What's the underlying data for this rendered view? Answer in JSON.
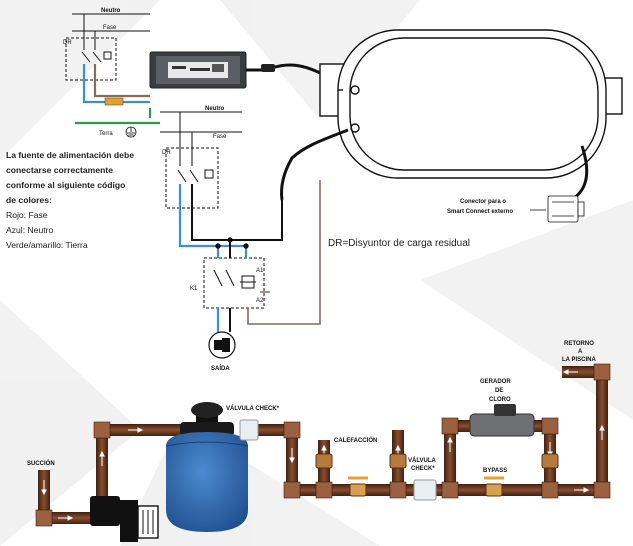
{
  "wiring": {
    "neutro_top": "Neutro",
    "fase_top": "Fase",
    "dr_top": "DR",
    "tierra": "Terra",
    "neutro_mid": "Neutro",
    "fase_mid": "Fase",
    "dr_mid": "DR",
    "k1": "K1",
    "a1": "A1",
    "a2": "A2",
    "salida": "SAÍDA",
    "connector_line1": "Conector para o",
    "connector_line2": "Smart Connect externo",
    "dr_note": "DR=Disyuntor de carga residual"
  },
  "power_note": {
    "line1": "La fuente de alimentación debe",
    "line2": "conectarse correctamente",
    "line3": "conforme al siguiente código",
    "line4": "de colores:",
    "rojo": "Rojo: Fase",
    "azul": "Azul: Neutro",
    "verde": "Verde/amarillo: Tierra"
  },
  "plumbing": {
    "valvula_check_top": "VÁLVULA CHECK*",
    "calefaccion": "CALEFACCIÓN",
    "valvula_line1": "VÁLVULA",
    "valvula_line2": "CHECK*",
    "bypass": "BYPASS",
    "generador_line1": "GERADOR",
    "generador_line2": "DE",
    "generador_line3": "CLORO",
    "retorno_line1": "RETORNO",
    "retorno_line2": "A",
    "retorno_line3": "LA PISCINA",
    "succion": "SUCCIÓN"
  },
  "colors": {
    "pipe": "#6b3a22",
    "wire_blue": "#3a8fd0",
    "wire_green": "#2a9a4a",
    "wire_brown": "#8a6a58",
    "filter_tank": "#2f68b0",
    "valve_yellow": "#f0a020"
  }
}
